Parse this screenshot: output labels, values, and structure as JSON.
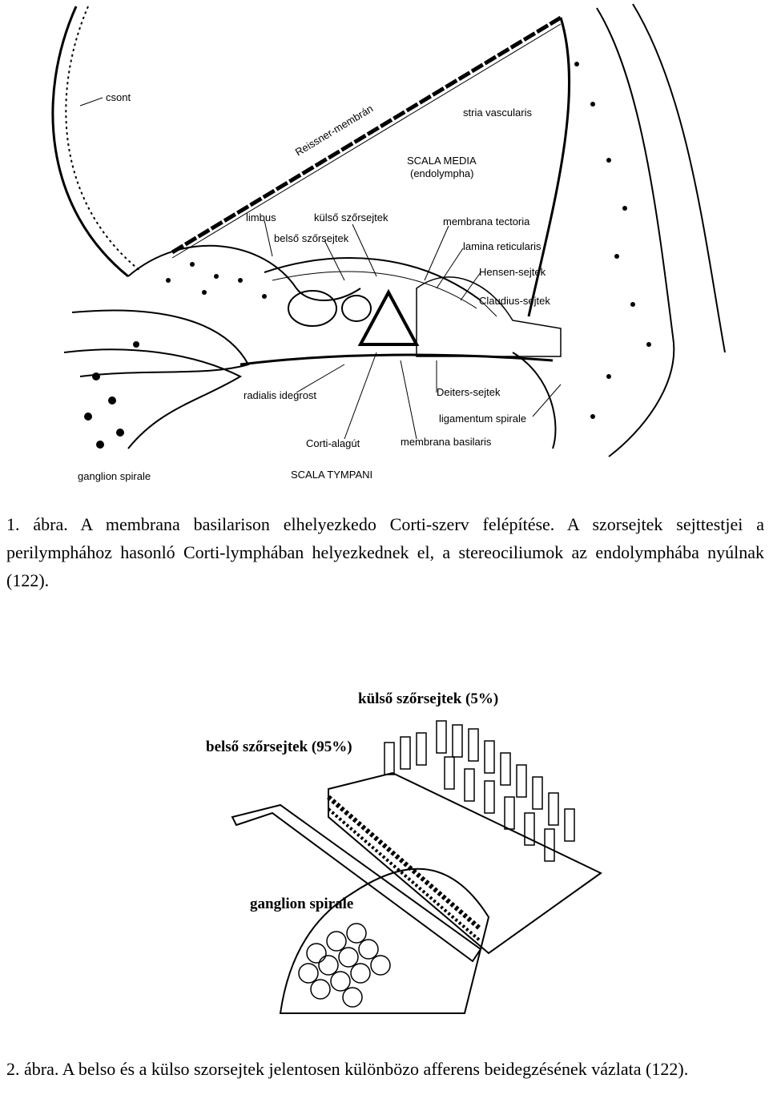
{
  "figure1": {
    "labels": {
      "csont": "csont",
      "reissner": "Reissner-membrán",
      "stria": "stria vascularis",
      "scala_media": "SCALA MEDIA",
      "endolympha": "(endolympha)",
      "limbus": "limbus",
      "kulso": "külső szőrsejtek",
      "belso": "belső szőrsejtek",
      "tectoria": "membrana tectoria",
      "lamina": "lamina reticularis",
      "hensen": "Hensen-sejtek",
      "claudius": "Claudius-sejtek",
      "radialis": "radialis idegrost",
      "deiters": "Deiters-sejtek",
      "ligamentum": "ligamentum spirale",
      "corti_alagut": "Corti-alagút",
      "basilaris": "membrana basilaris",
      "ganglion": "ganglion spirale",
      "tympani": "SCALA TYMPANI"
    }
  },
  "caption1": "1. ábra. A membrana basilarison elhelyezkedo Corti-szerv felépítése. A szorsejtek sejttestjei a perilymphához hasonló Corti-lymphában helyezkednek el, a stereociliumok az endolymphába nyúlnak (122).",
  "figure2": {
    "labels": {
      "kulso": "külső szőrsejtek (5%)",
      "belso": "belső szőrsejtek (95%)",
      "ganglion": "ganglion spirale"
    }
  },
  "caption2": "2. ábra. A belso és a külso szorsejtek jelentosen különbözo afferens beidegzésének vázlata (122)."
}
